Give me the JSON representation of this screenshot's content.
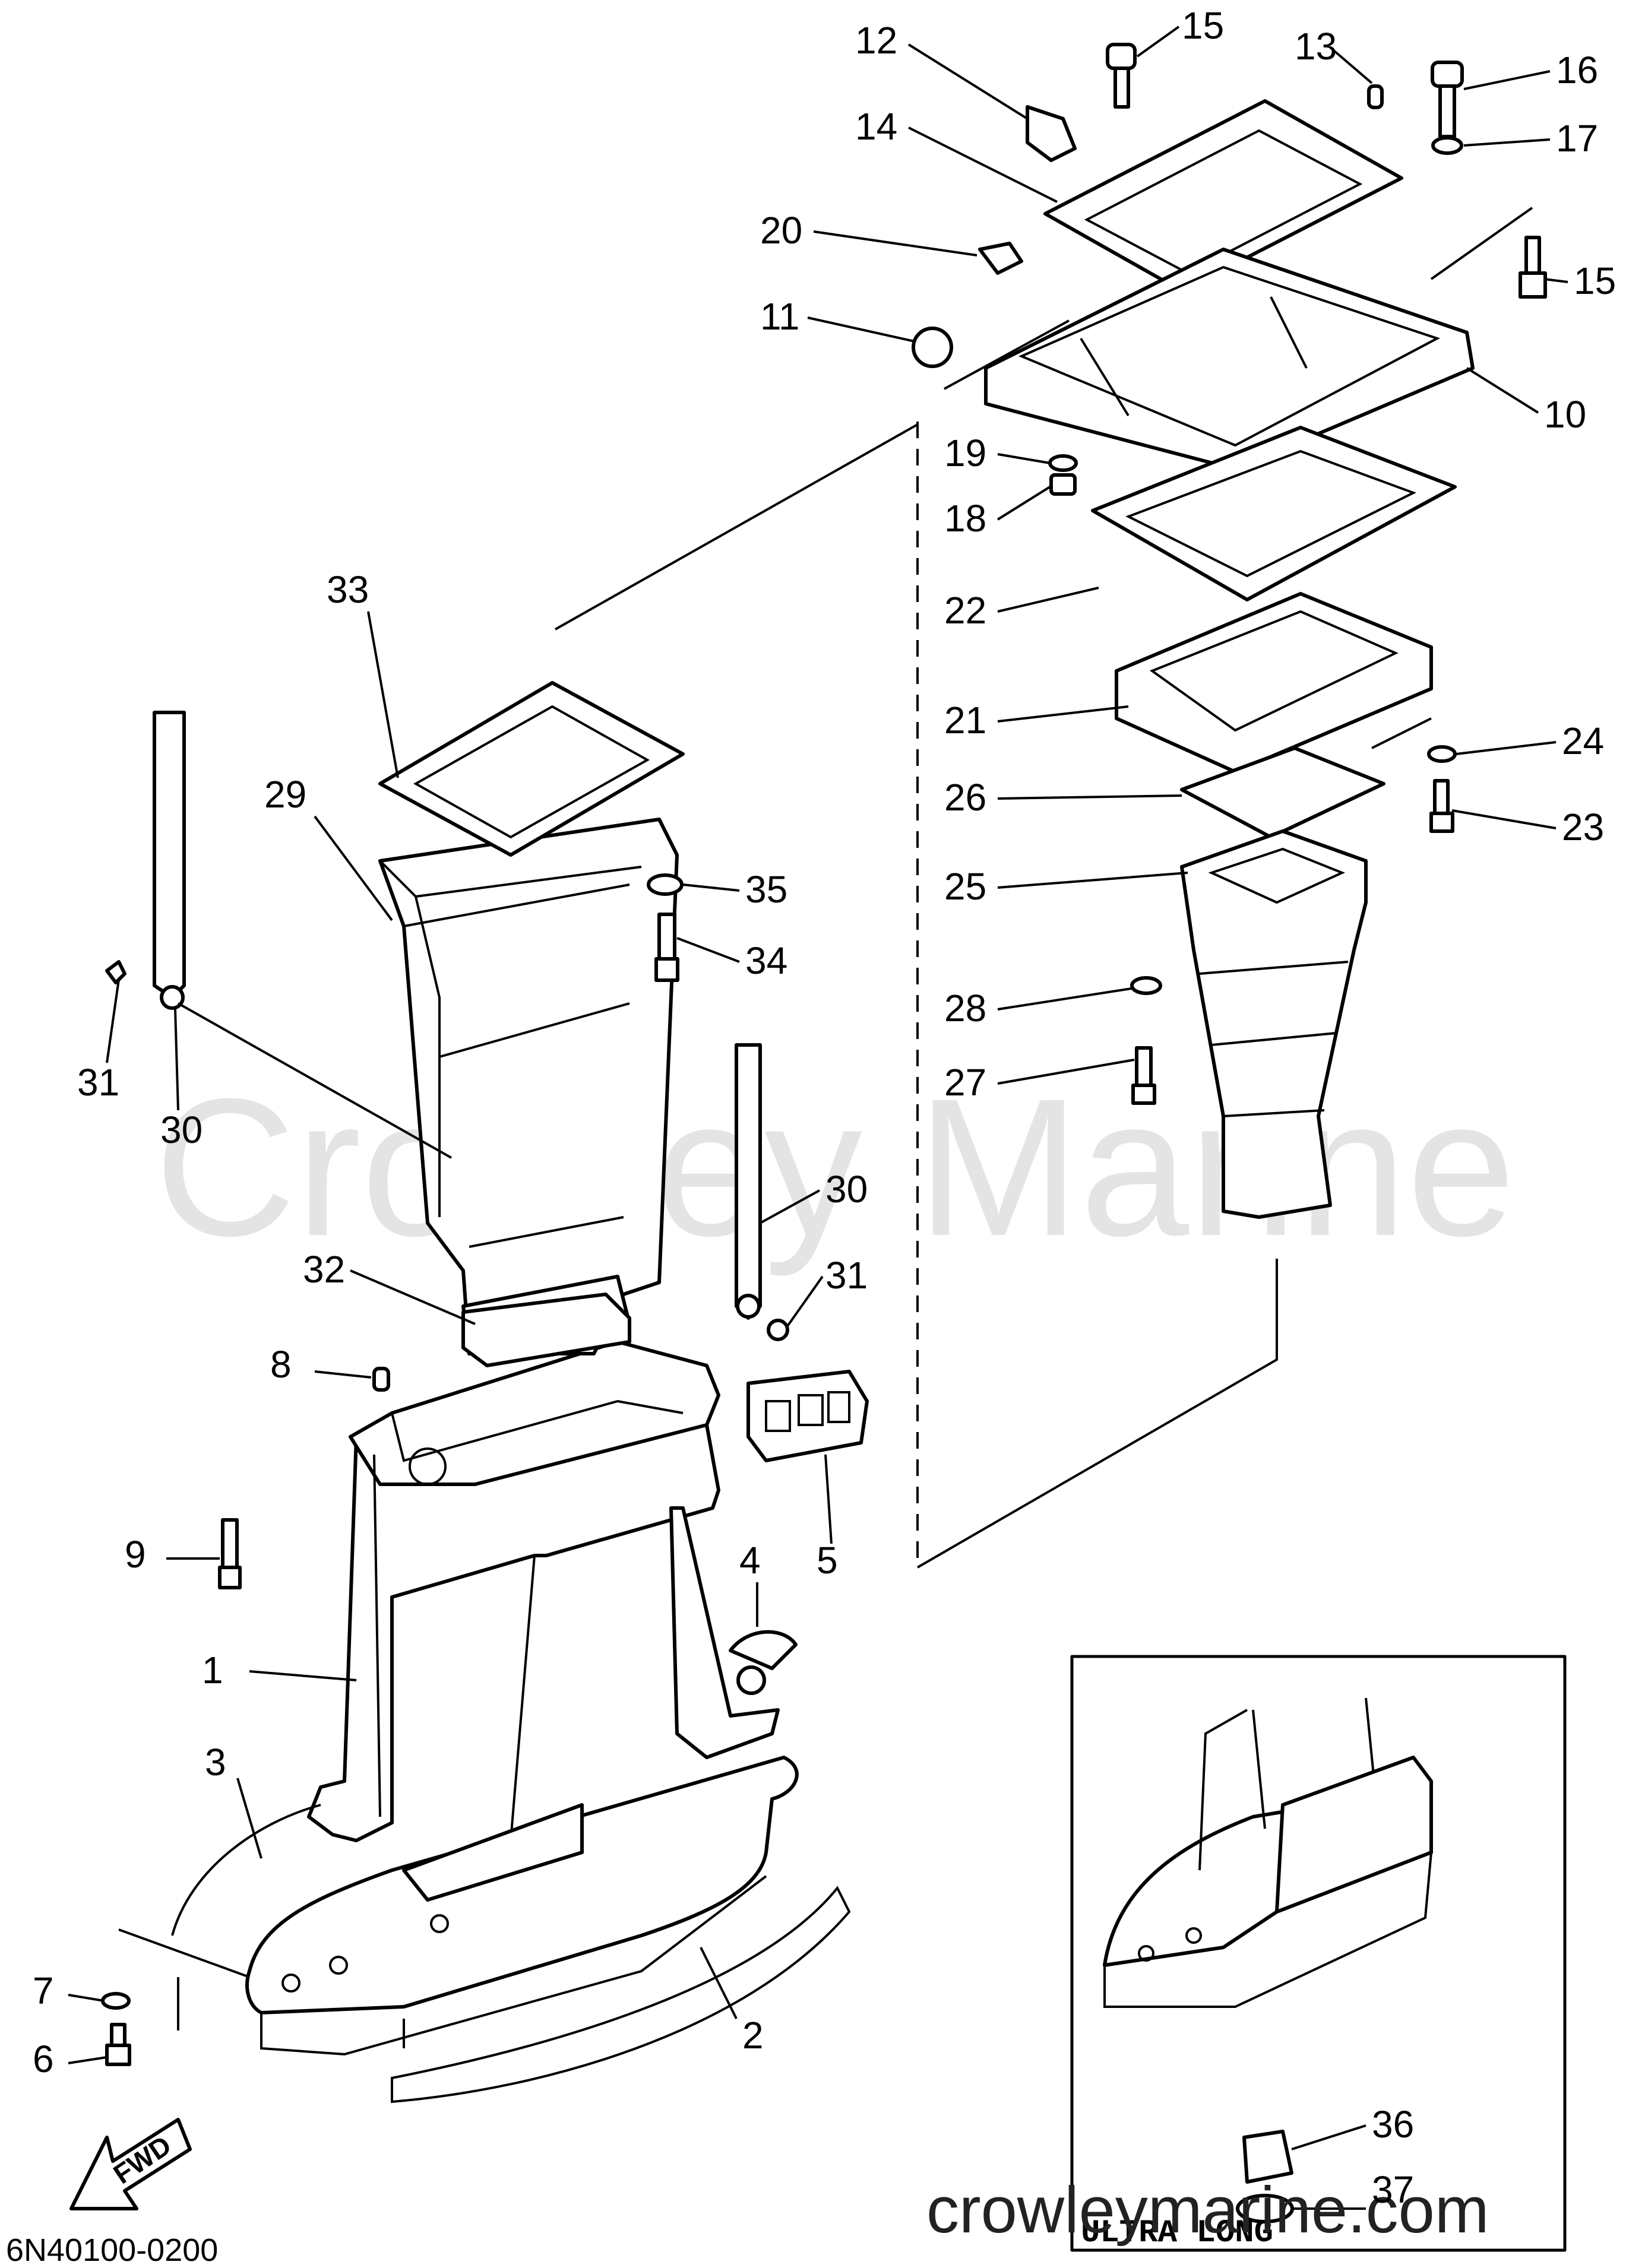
{
  "diagram": {
    "code": "6N40100-0200",
    "watermark_large": "Crowley Marine",
    "watermark_url": "crowleymarine.com",
    "inset_label": "ULTRA LONG",
    "fwd_label": "FWD",
    "callouts": [
      "1",
      "2",
      "3",
      "4",
      "5",
      "6",
      "7",
      "8",
      "9",
      "10",
      "11",
      "12",
      "13",
      "14",
      "15",
      "15",
      "16",
      "17",
      "18",
      "19",
      "20",
      "21",
      "22",
      "23",
      "24",
      "25",
      "26",
      "27",
      "28",
      "29",
      "30",
      "30",
      "31",
      "31",
      "32",
      "33",
      "34",
      "35",
      "36",
      "37"
    ]
  }
}
